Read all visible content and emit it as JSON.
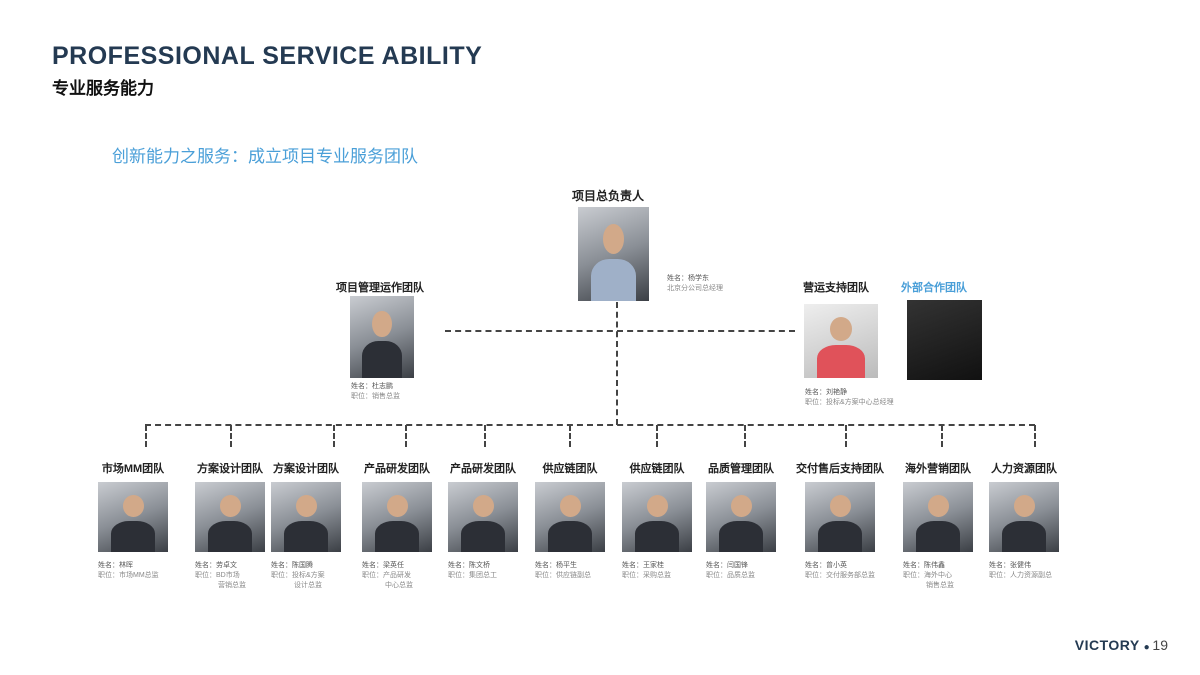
{
  "header": {
    "title_en": "PROFESSIONAL SERVICE ABILITY",
    "title_cn": "专业服务能力",
    "subtitle": "创新能力之服务：成立项目专业服务团队"
  },
  "top": {
    "label": "项目总负责人",
    "name": "姓名：杨学东",
    "title": "北京分公司总经理"
  },
  "middle": [
    {
      "label": "项目管理运作团队",
      "name": "姓名：杜志鹏",
      "title": "职位：销售总监"
    },
    {
      "label": "营运支持团队",
      "name": "姓名：刘艳静",
      "title": "职位：投标&方案中心总经理"
    },
    {
      "label": "外部合作团队"
    }
  ],
  "teams": [
    {
      "label": "市场MM团队",
      "name": "姓名：林晖",
      "title": [
        "职位：市场MM总监"
      ]
    },
    {
      "label": "方案设计团队",
      "name": "姓名：劳卓文",
      "title": [
        "职位：BD市场",
        "营销总监"
      ]
    },
    {
      "label": "方案设计团队",
      "name": "姓名：陈国腾",
      "title": [
        "职位：投标&方案",
        "设计总监"
      ]
    },
    {
      "label": "产品研发团队",
      "name": "姓名：梁英任",
      "title": [
        "职位：产品研发",
        "中心总监"
      ]
    },
    {
      "label": "产品研发团队",
      "name": "姓名：陈文桥",
      "title": [
        "职位：集团总工"
      ]
    },
    {
      "label": "供应链团队",
      "name": "姓名：杨平生",
      "title": [
        "职位：供应链副总"
      ]
    },
    {
      "label": "供应链团队",
      "name": "姓名：王家桂",
      "title": [
        "职位：采购总监"
      ]
    },
    {
      "label": "品质管理团队",
      "name": "姓名：闫国锋",
      "title": [
        "职位：品质总监"
      ]
    },
    {
      "label": "交付售后支持团队",
      "name": "姓名：曾小英",
      "title": [
        "职位：交付服务部总监"
      ]
    },
    {
      "label": "海外营销团队",
      "name": "姓名：陈伟鑫",
      "title": [
        "职位：海外中心",
        "销售总监"
      ]
    },
    {
      "label": "人力资源团队",
      "name": "姓名：张健伟",
      "title": [
        "职位：人力资源副总"
      ]
    }
  ],
  "footer": {
    "brand": "VICTORY",
    "page": "19"
  }
}
